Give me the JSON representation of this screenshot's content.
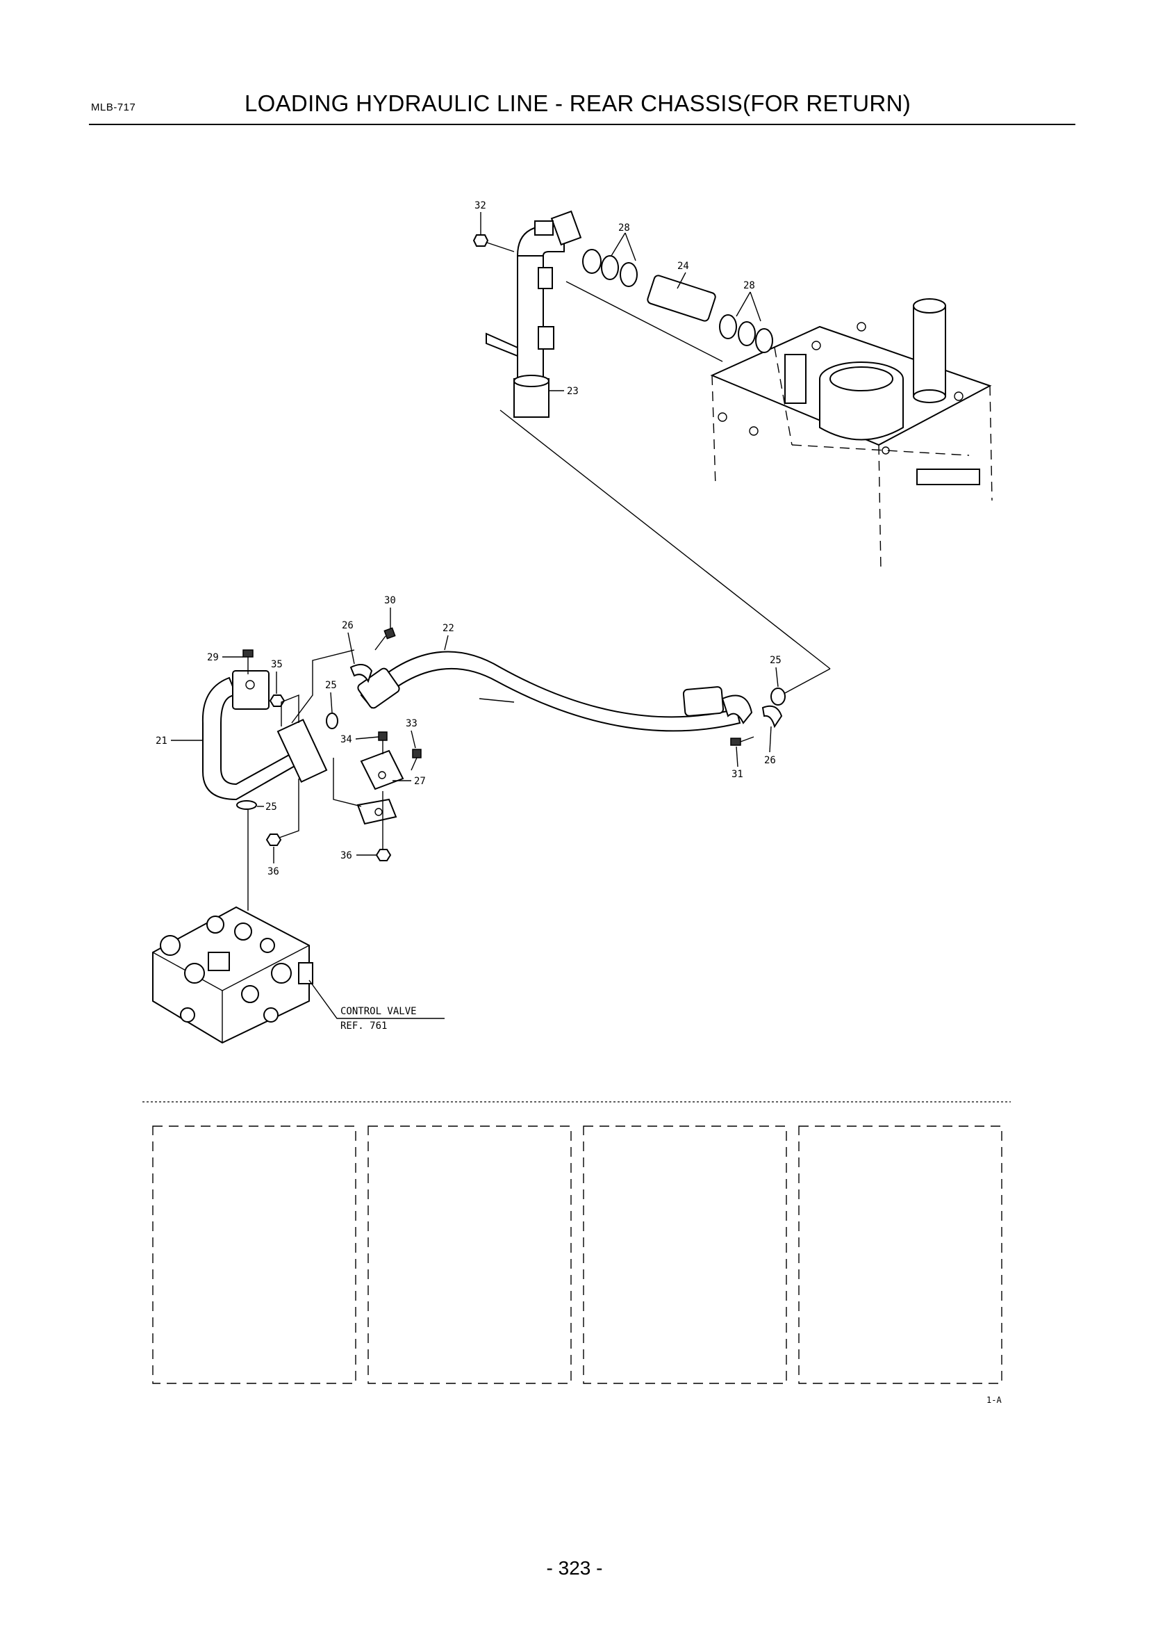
{
  "header": {
    "code": "MLB-717",
    "title": "LOADING HYDRAULIC LINE - REAR CHASSIS(FOR RETURN)"
  },
  "callouts": {
    "c21": "21",
    "c22": "22",
    "c23": "23",
    "c24": "24",
    "c25a": "25",
    "c25b": "25",
    "c25c": "25",
    "c26a": "26",
    "c26b": "26",
    "c27": "27",
    "c28a": "28",
    "c28b": "28",
    "c29": "29",
    "c30": "30",
    "c31": "31",
    "c32": "32",
    "c33": "33",
    "c34": "34",
    "c35": "35",
    "c36a": "36",
    "c36b": "36"
  },
  "reference": {
    "line1": "CONTROL VALVE",
    "line2": "REF. 761"
  },
  "figure_code": "1-A",
  "page_number": "- 323 -"
}
